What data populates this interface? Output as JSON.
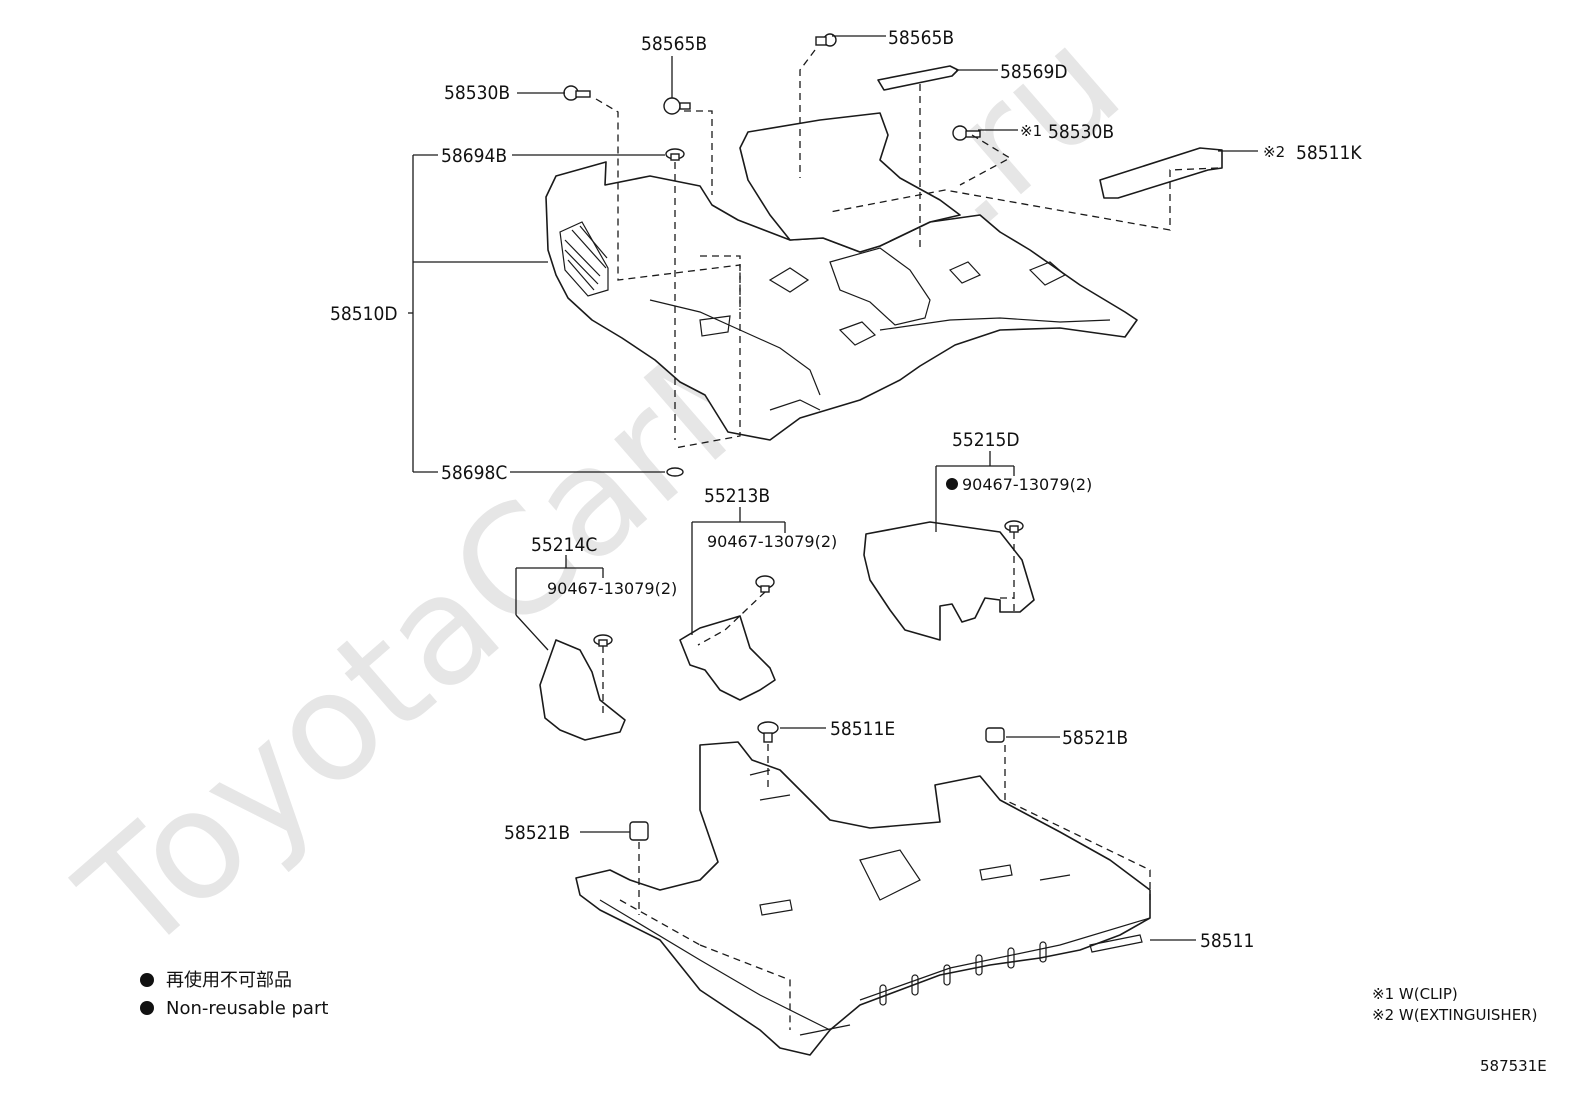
{
  "diagram": {
    "watermark": "ToyotaCarMine.ru",
    "figure_id": "587531E",
    "labels": {
      "p58565B_top": "58565B",
      "p58565B_right": "58565B",
      "p58569D": "58569D",
      "p58530B_left": "58530B",
      "p58530B_right_mark": "※1",
      "p58530B_right": "58530B",
      "p58511K_mark": "※2",
      "p58511K": "58511K",
      "p58694B": "58694B",
      "p58510D": "58510D",
      "p58698C": "58698C",
      "p55215D": "55215D",
      "p55215D_clip": "90467-13079(2)",
      "p55213B": "55213B",
      "p55213B_clip": "90467-13079(2)",
      "p55214C": "55214C",
      "p55214C_clip": "90467-13079(2)",
      "p58511E": "58511E",
      "p58521B_right": "58521B",
      "p58521B_left": "58521B",
      "p58511": "58511"
    },
    "legend": {
      "jp": "再使用不可部品",
      "en": "Non-reusable part"
    },
    "notes": {
      "note1": "※1 W(CLIP)",
      "note2": "※2 W(EXTINGUISHER)"
    }
  }
}
